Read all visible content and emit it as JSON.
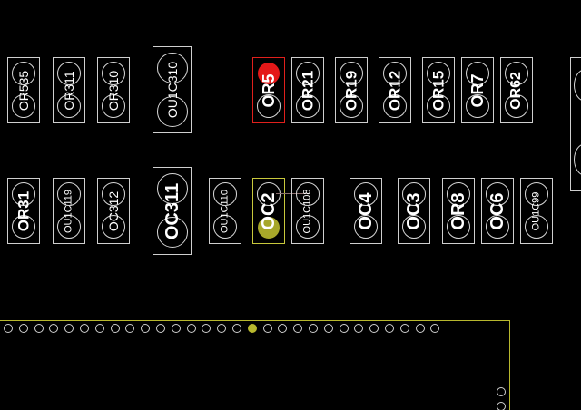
{
  "board": {
    "row1": [
      "OR535",
      "OR311",
      "OR310",
      "OU1C310",
      "OR5",
      "OR21",
      "OR19",
      "OR12",
      "OR15",
      "OR7",
      "OR62"
    ],
    "row2": [
      "OR31",
      "OU1C119",
      "OC312",
      "OC311",
      "OU1C110",
      "OC2",
      "OU1C108",
      "OC4",
      "OC3",
      "OR8",
      "OC6",
      "OU1C99"
    ],
    "selected_red": "OR5",
    "selected_yellow": "OC2",
    "colors": {
      "background": "#000000",
      "outline": "#cfcfcf",
      "red_select": "#e0201c",
      "yellow_select": "#c8c83c"
    }
  }
}
